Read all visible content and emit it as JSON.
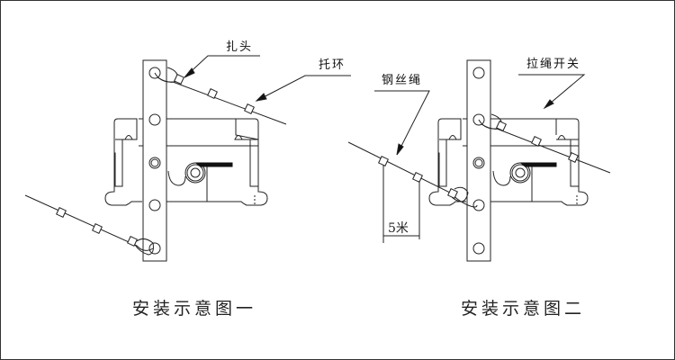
{
  "figure_one": {
    "caption": "安装示意图一",
    "labels": {
      "clamp": "扎头",
      "support_ring": "托环"
    }
  },
  "figure_two": {
    "caption": "安装示意图二",
    "labels": {
      "wire_rope": "钢丝绳",
      "pull_switch": "拉绳开关",
      "spacing": "5米"
    }
  },
  "colors": {
    "line": "#222222",
    "border": "#333333",
    "background": "#ffffff"
  }
}
